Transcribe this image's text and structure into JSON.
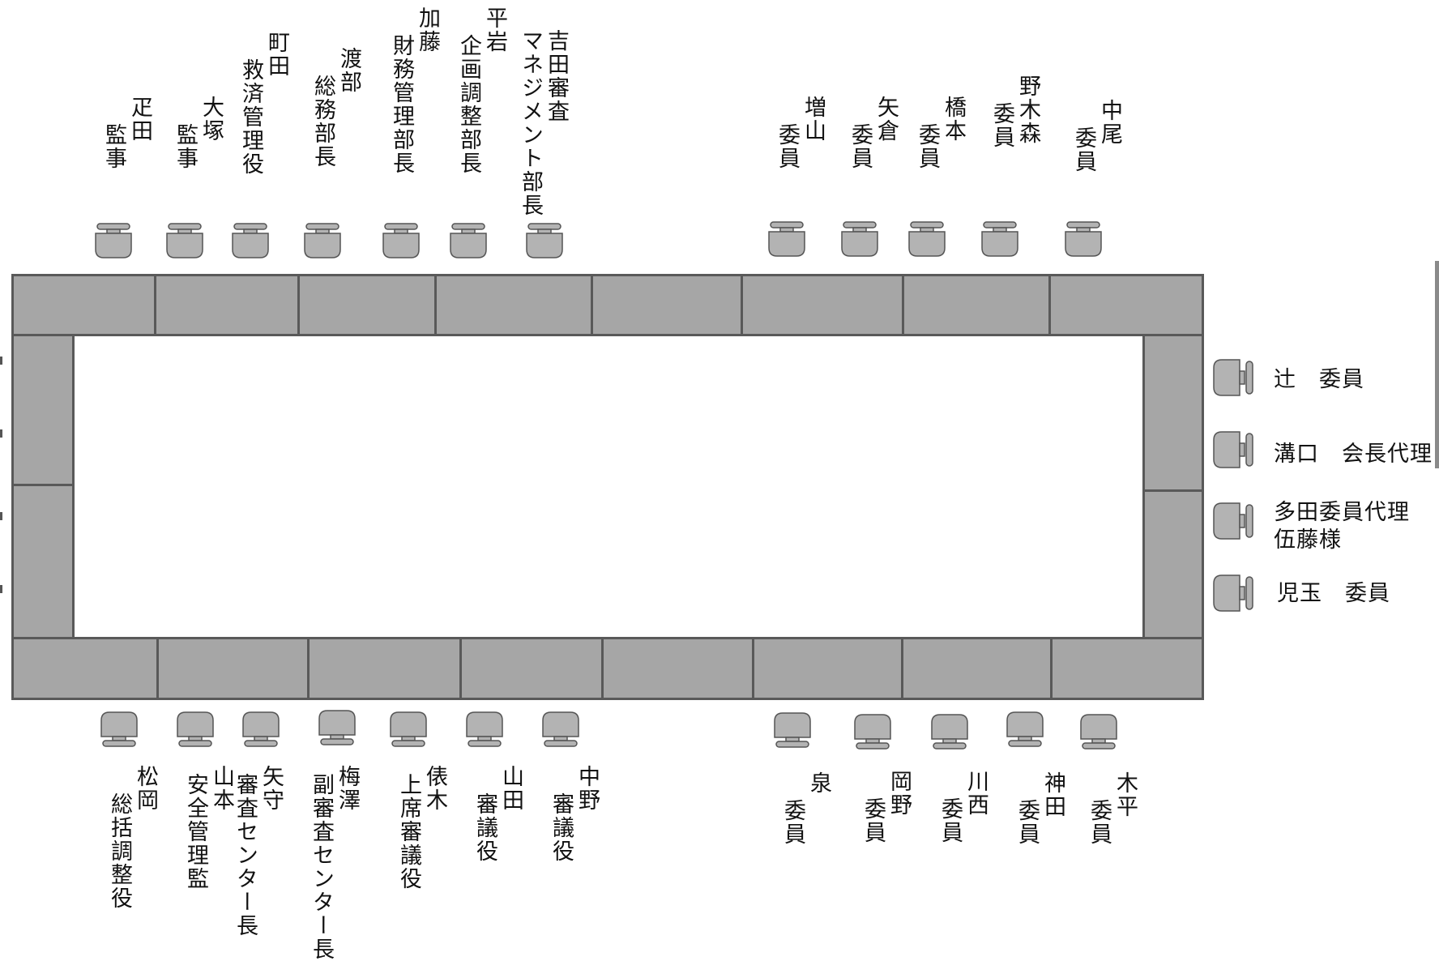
{
  "seats": {
    "top": [
      {
        "name": "疋田",
        "title": "監事"
      },
      {
        "name": "大塚",
        "title": "監事"
      },
      {
        "name": "町田",
        "title": "救済管理役"
      },
      {
        "name": "渡部",
        "title": "総務部長"
      },
      {
        "name": "加藤",
        "title": "財務管理部長"
      },
      {
        "name": "平岩",
        "title": "企画調整部長"
      },
      {
        "name": "吉田審査",
        "title": "マネジメント部長"
      },
      {
        "name": "増山",
        "title": "委員"
      },
      {
        "name": "矢倉",
        "title": "委員"
      },
      {
        "name": "橋本",
        "title": "委員"
      },
      {
        "name": "野木森",
        "title": "委員"
      },
      {
        "name": "中尾",
        "title": "委員"
      }
    ],
    "bottom": [
      {
        "name": "松岡",
        "title": "総括調整役"
      },
      {
        "name": "山本",
        "title": "安全管理監"
      },
      {
        "name": "矢守",
        "title": "審査センター長"
      },
      {
        "name": "梅澤",
        "title": "副審査センター長"
      },
      {
        "name": "俵木",
        "title": "上席審議役"
      },
      {
        "name": "山田",
        "title": "審議役"
      },
      {
        "name": "中野",
        "title": "審議役"
      },
      {
        "name": "泉",
        "title": "委員"
      },
      {
        "name": "岡野",
        "title": "委員"
      },
      {
        "name": "川西",
        "title": "委員"
      },
      {
        "name": "神田",
        "title": "委員"
      },
      {
        "name": "木平",
        "title": "委員"
      }
    ],
    "right": [
      {
        "label": "辻　委員"
      },
      {
        "label": "溝口　会長代理"
      },
      {
        "label": "多田委員代理\n伍藤様"
      },
      {
        "label": "児玉　委員"
      }
    ]
  },
  "colors": {
    "table_fill": "#a6a6a6",
    "table_border": "#595959",
    "chair_fill": "#b3b3b3",
    "chair_stroke": "#555555"
  }
}
